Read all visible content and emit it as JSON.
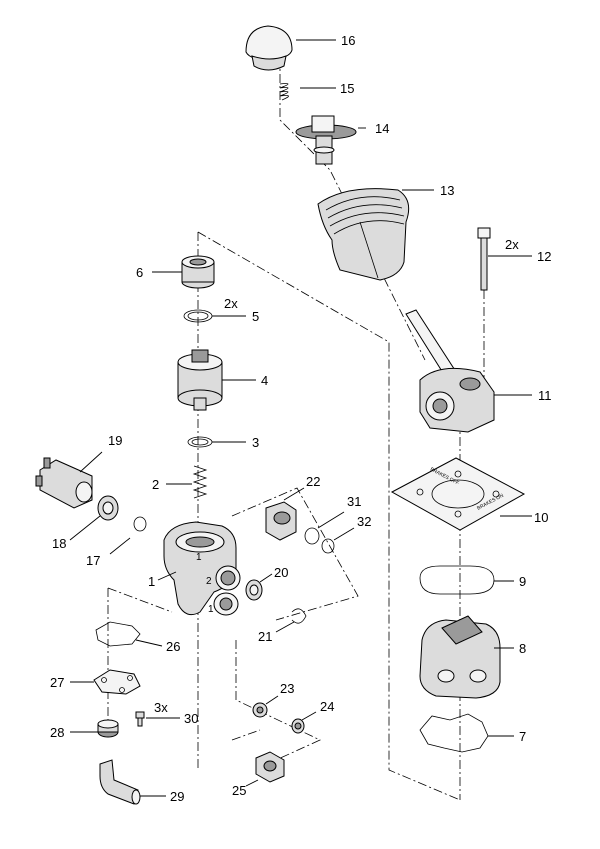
{
  "callouts": [
    {
      "id": "label-16",
      "text": "16"
    },
    {
      "id": "label-15",
      "text": "15"
    },
    {
      "id": "label-14",
      "text": "14"
    },
    {
      "id": "label-13",
      "text": "13"
    },
    {
      "id": "label-12",
      "text": "12"
    },
    {
      "id": "label-12-qty",
      "text": "2x"
    },
    {
      "id": "label-11",
      "text": "11"
    },
    {
      "id": "label-10",
      "text": "10"
    },
    {
      "id": "label-9",
      "text": "9"
    },
    {
      "id": "label-8",
      "text": "8"
    },
    {
      "id": "label-7",
      "text": "7"
    },
    {
      "id": "label-6",
      "text": "6"
    },
    {
      "id": "label-5",
      "text": "5"
    },
    {
      "id": "label-5-qty",
      "text": "2x"
    },
    {
      "id": "label-4",
      "text": "4"
    },
    {
      "id": "label-3",
      "text": "3"
    },
    {
      "id": "label-2",
      "text": "2"
    },
    {
      "id": "label-1",
      "text": "1"
    },
    {
      "id": "label-19",
      "text": "19"
    },
    {
      "id": "label-18",
      "text": "18"
    },
    {
      "id": "label-17",
      "text": "17"
    },
    {
      "id": "label-22",
      "text": "22"
    },
    {
      "id": "label-31",
      "text": "31"
    },
    {
      "id": "label-32",
      "text": "32"
    },
    {
      "id": "label-20",
      "text": "20"
    },
    {
      "id": "label-21",
      "text": "21"
    },
    {
      "id": "label-26",
      "text": "26"
    },
    {
      "id": "label-27",
      "text": "27"
    },
    {
      "id": "label-30-qty",
      "text": "3x"
    },
    {
      "id": "label-30",
      "text": "30"
    },
    {
      "id": "label-28",
      "text": "28"
    },
    {
      "id": "label-23",
      "text": "23"
    },
    {
      "id": "label-24",
      "text": "24"
    },
    {
      "id": "label-25",
      "text": "25"
    },
    {
      "id": "label-29",
      "text": "29"
    }
  ],
  "port_marks": {
    "one_top": "1",
    "two": "2",
    "one_bottom": "1"
  },
  "plate_marks": {
    "brakes_off": "BRAKES OFF",
    "brakes_on": "BRAKES ON"
  }
}
